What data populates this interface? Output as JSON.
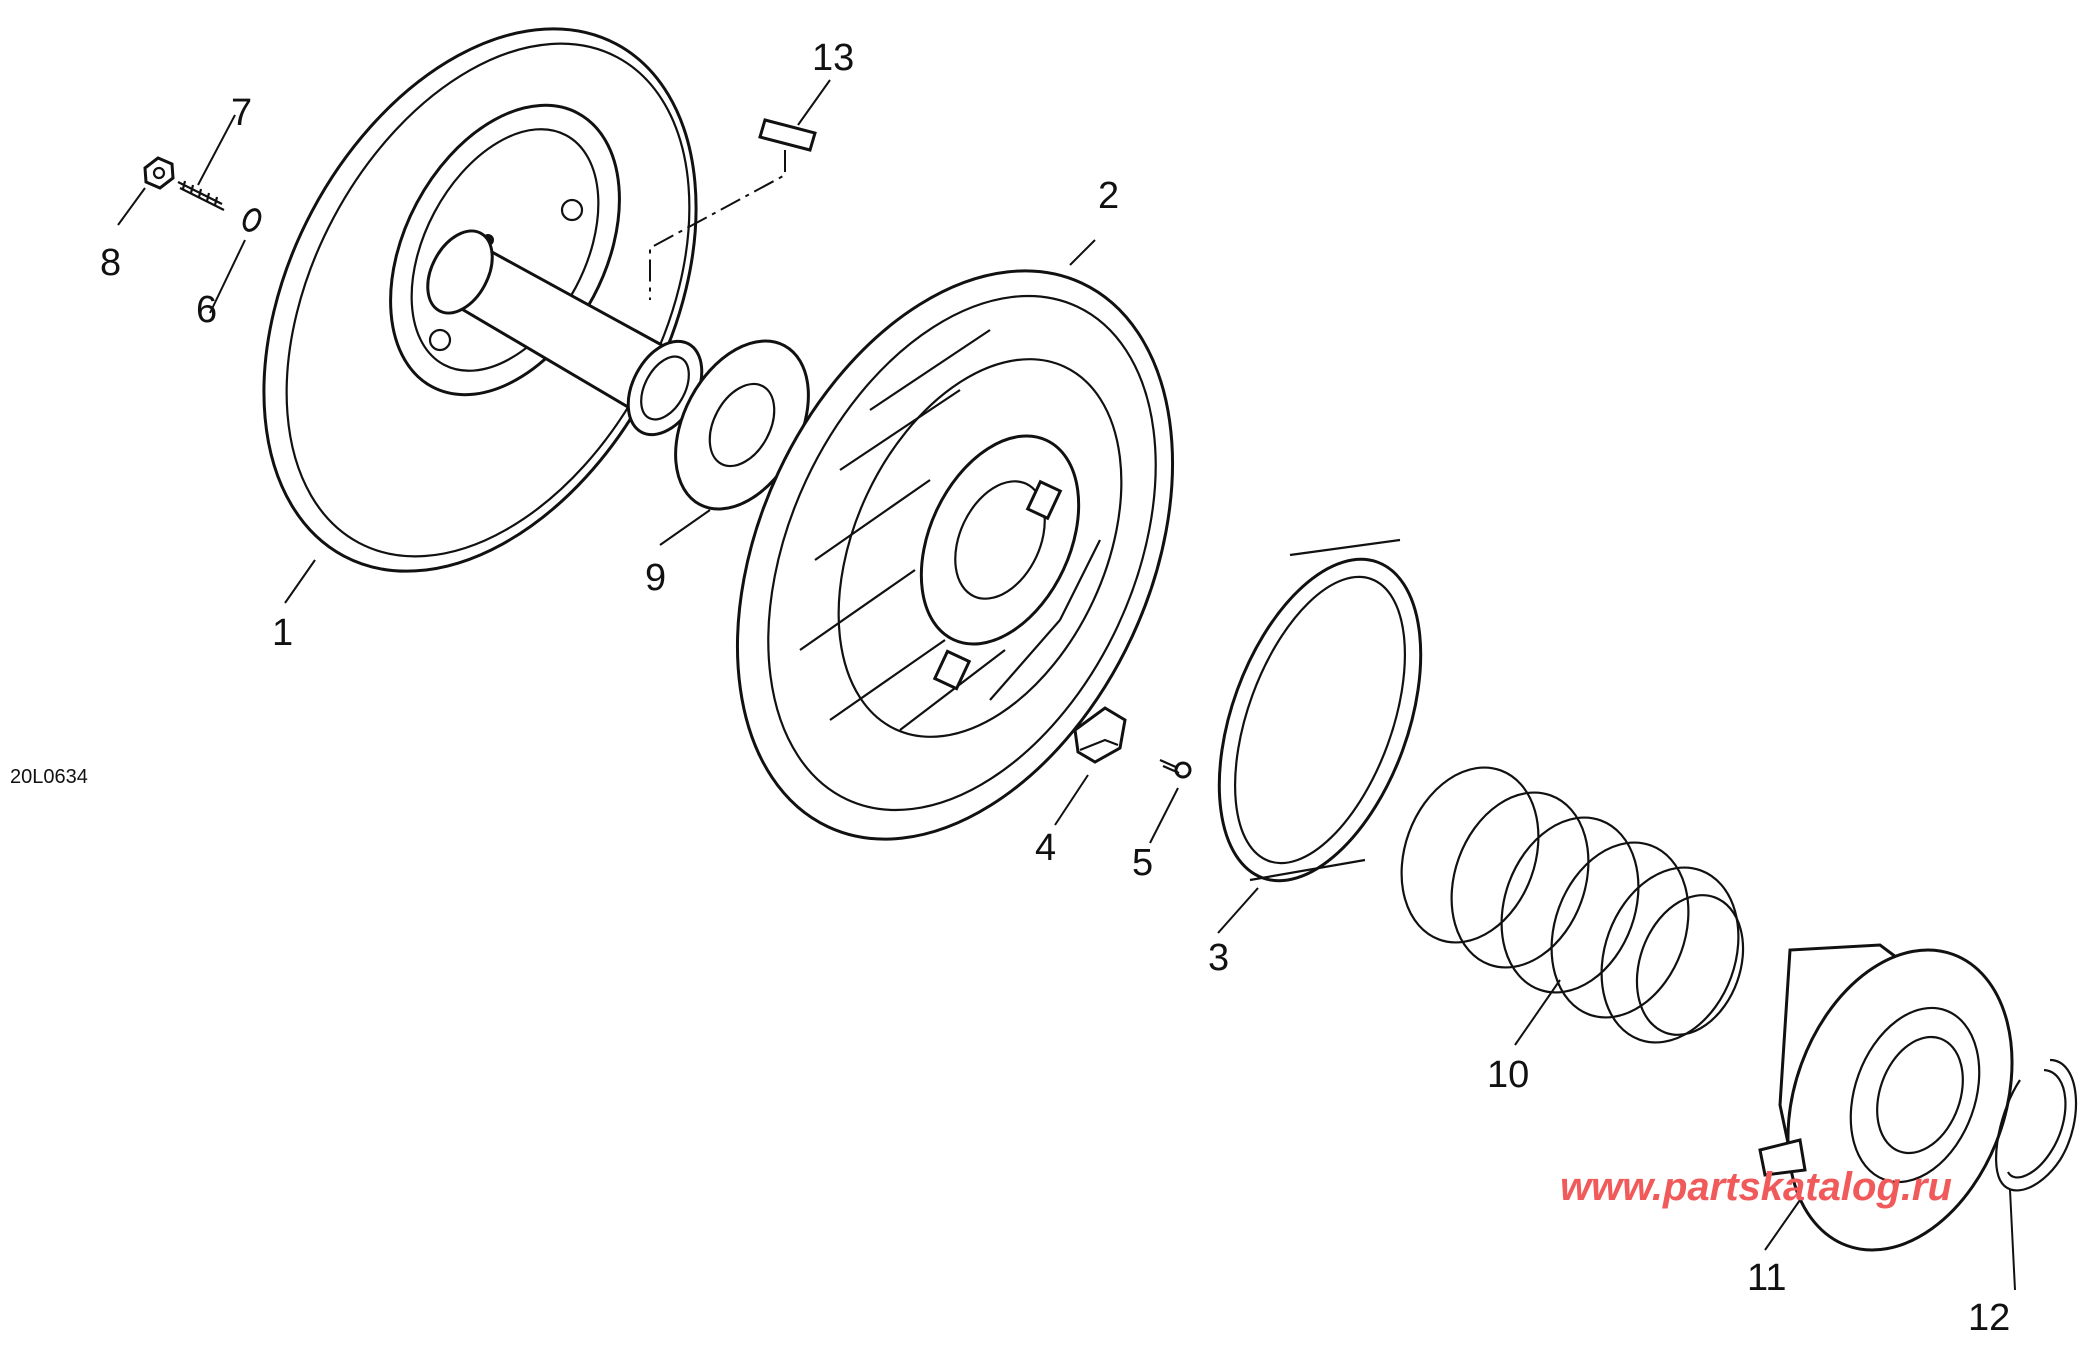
{
  "drawing_code": "20L0634",
  "watermark": "www.partskatalog.ru",
  "callouts": {
    "c1": "1",
    "c2": "2",
    "c3": "3",
    "c4": "4",
    "c5": "5",
    "c6": "6",
    "c7": "7",
    "c8": "8",
    "c9": "9",
    "c10": "10",
    "c11": "11",
    "c12": "12",
    "c13": "13"
  },
  "colors": {
    "line": "#111111",
    "background": "#ffffff",
    "watermark": "#f05a5a"
  }
}
